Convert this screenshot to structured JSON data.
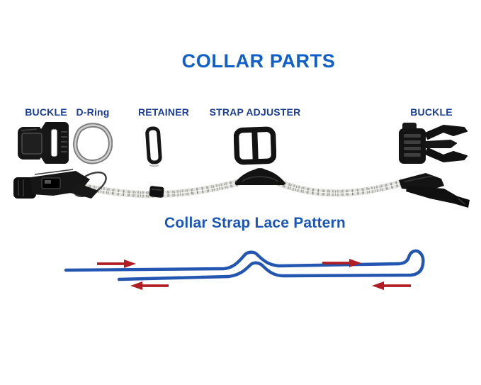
{
  "title": "COLLAR PARTS",
  "parts": [
    {
      "label": "BUCKLE",
      "icon": "side-release-buckle-female-icon"
    },
    {
      "label": "D-Ring",
      "icon": "d-ring-icon"
    },
    {
      "label": "RETAINER",
      "icon": "retainer-loop-icon"
    },
    {
      "label": "STRAP ADJUSTER",
      "icon": "strap-adjuster-icon"
    },
    {
      "label": "BUCKLE",
      "icon": "side-release-buckle-male-icon"
    }
  ],
  "assembled_collar": {
    "description": "assembled paracord collar strap with buckles, d-ring, retainer and adjuster"
  },
  "lace_section": {
    "title": "Collar Strap Lace Pattern",
    "arrows": [
      {
        "direction": "right",
        "position": "upper-left"
      },
      {
        "direction": "right",
        "position": "upper-right"
      },
      {
        "direction": "left",
        "position": "lower-left"
      },
      {
        "direction": "left",
        "position": "lower-right"
      }
    ]
  },
  "colors": {
    "title_blue": "#1160C9",
    "subtitle_blue": "#1A56B8",
    "label_navy": "#1B3D94",
    "lace_blue": "#2256B0",
    "arrow_red": "#B01E23",
    "hardware_black": "#141414",
    "metal_gray": "#8a8a8a",
    "strap_light": "#e2e2de"
  }
}
